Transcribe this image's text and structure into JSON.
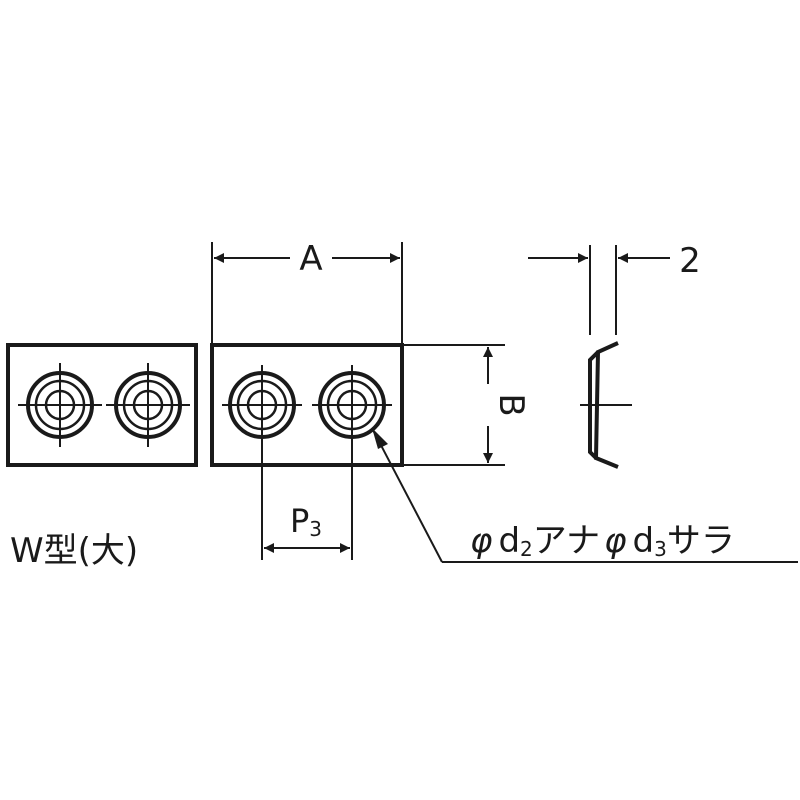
{
  "labels": {
    "dim_a": "A",
    "dim_b": "B",
    "dim_p3_main": "P",
    "dim_p3_sub": "3",
    "dim_thickness": "2",
    "callout_phi1": "φ",
    "callout_d": "d",
    "callout_sub2": "2",
    "callout_ana": "アナ",
    "callout_phi2": "φ",
    "callout_d2": "d",
    "callout_sub3": "3",
    "callout_sara": "サラ",
    "type_name": "W型(大)"
  }
}
